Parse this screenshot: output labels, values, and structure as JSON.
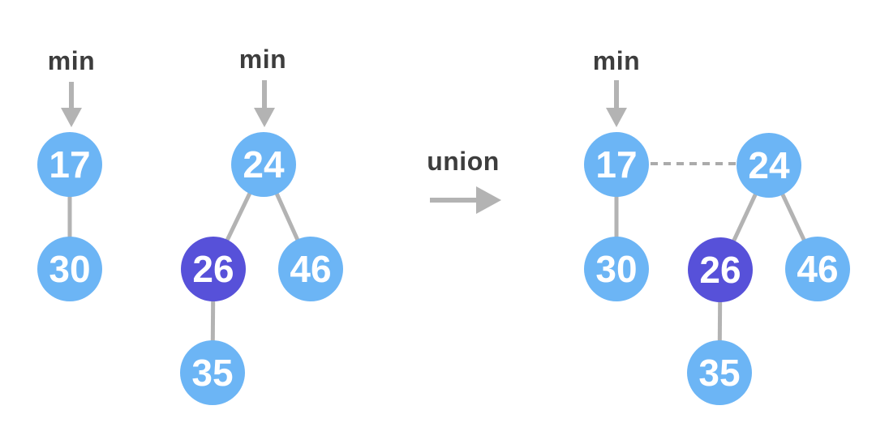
{
  "labels": {
    "min": "min",
    "union": "union"
  },
  "colors": {
    "node_blue": "#6cb5f5",
    "node_purple": "#5751d9",
    "node_text": "#ffffff",
    "edge_gray": "#b3b3b3",
    "dashed_gray": "#ababab",
    "arrow_gray": "#b3b3b3",
    "caption_dark": "#3d3d3d"
  },
  "heap_a": {
    "root": "17",
    "child": "30"
  },
  "heap_b": {
    "root": "24",
    "left_child": "26",
    "right_child": "46",
    "left_grandchild": "35"
  },
  "merged_heap": {
    "root": "17",
    "root_child": "30",
    "linked_root": "24",
    "linked_left_child": "26",
    "linked_right_child": "46",
    "linked_grandchild": "35"
  }
}
